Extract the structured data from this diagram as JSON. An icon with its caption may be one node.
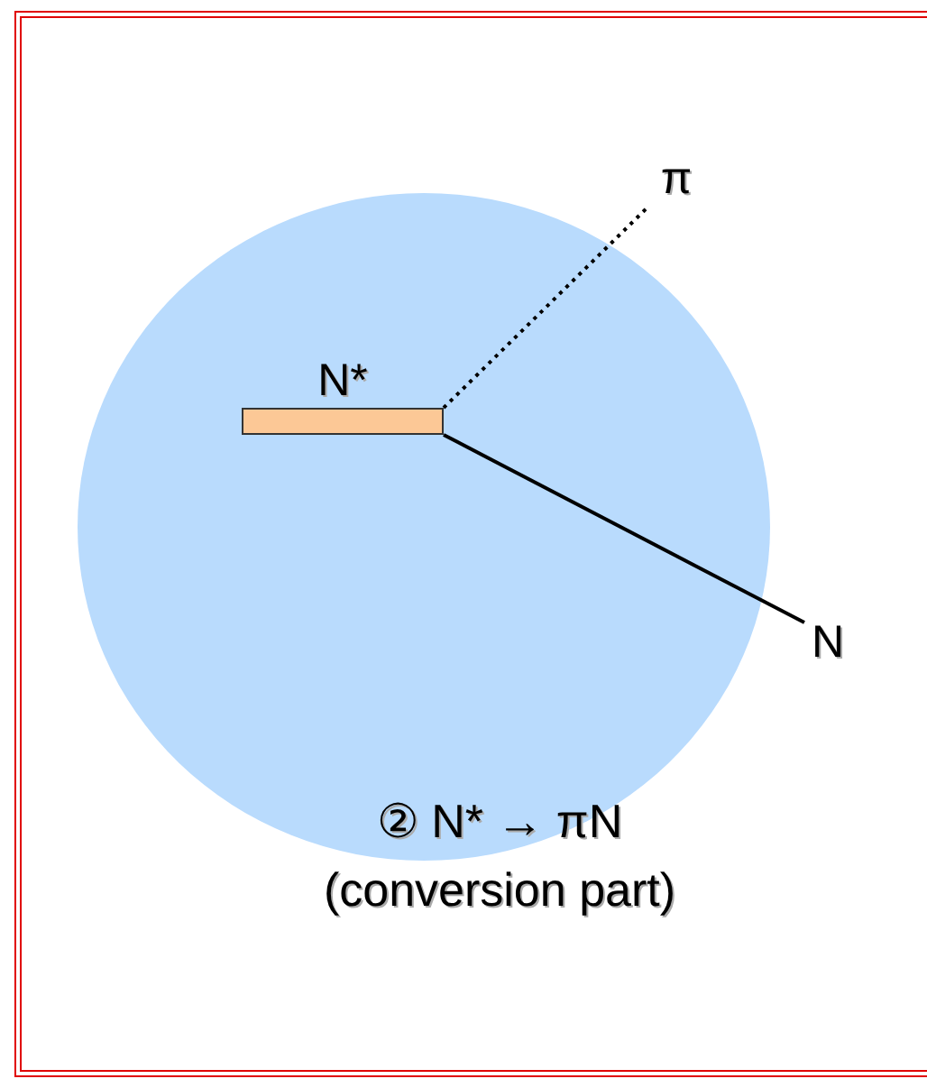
{
  "diagram": {
    "nodes": [
      {
        "text": [],
        "shape": "circle"
      },
      {
        "text": [
          "N*"
        ],
        "in": 0
      },
      {
        "text": [
          "π"
        ]
      },
      {
        "text": [
          "N"
        ]
      }
    ],
    "edges": [
      {
        "from": 1,
        "to": 2,
        "arrow": "none",
        "style": "dashed"
      },
      {
        "from": 1,
        "to": 3,
        "arrow": "none"
      }
    ],
    "labels": [
      "② N* → πN",
      "(conversion part)"
    ]
  }
}
